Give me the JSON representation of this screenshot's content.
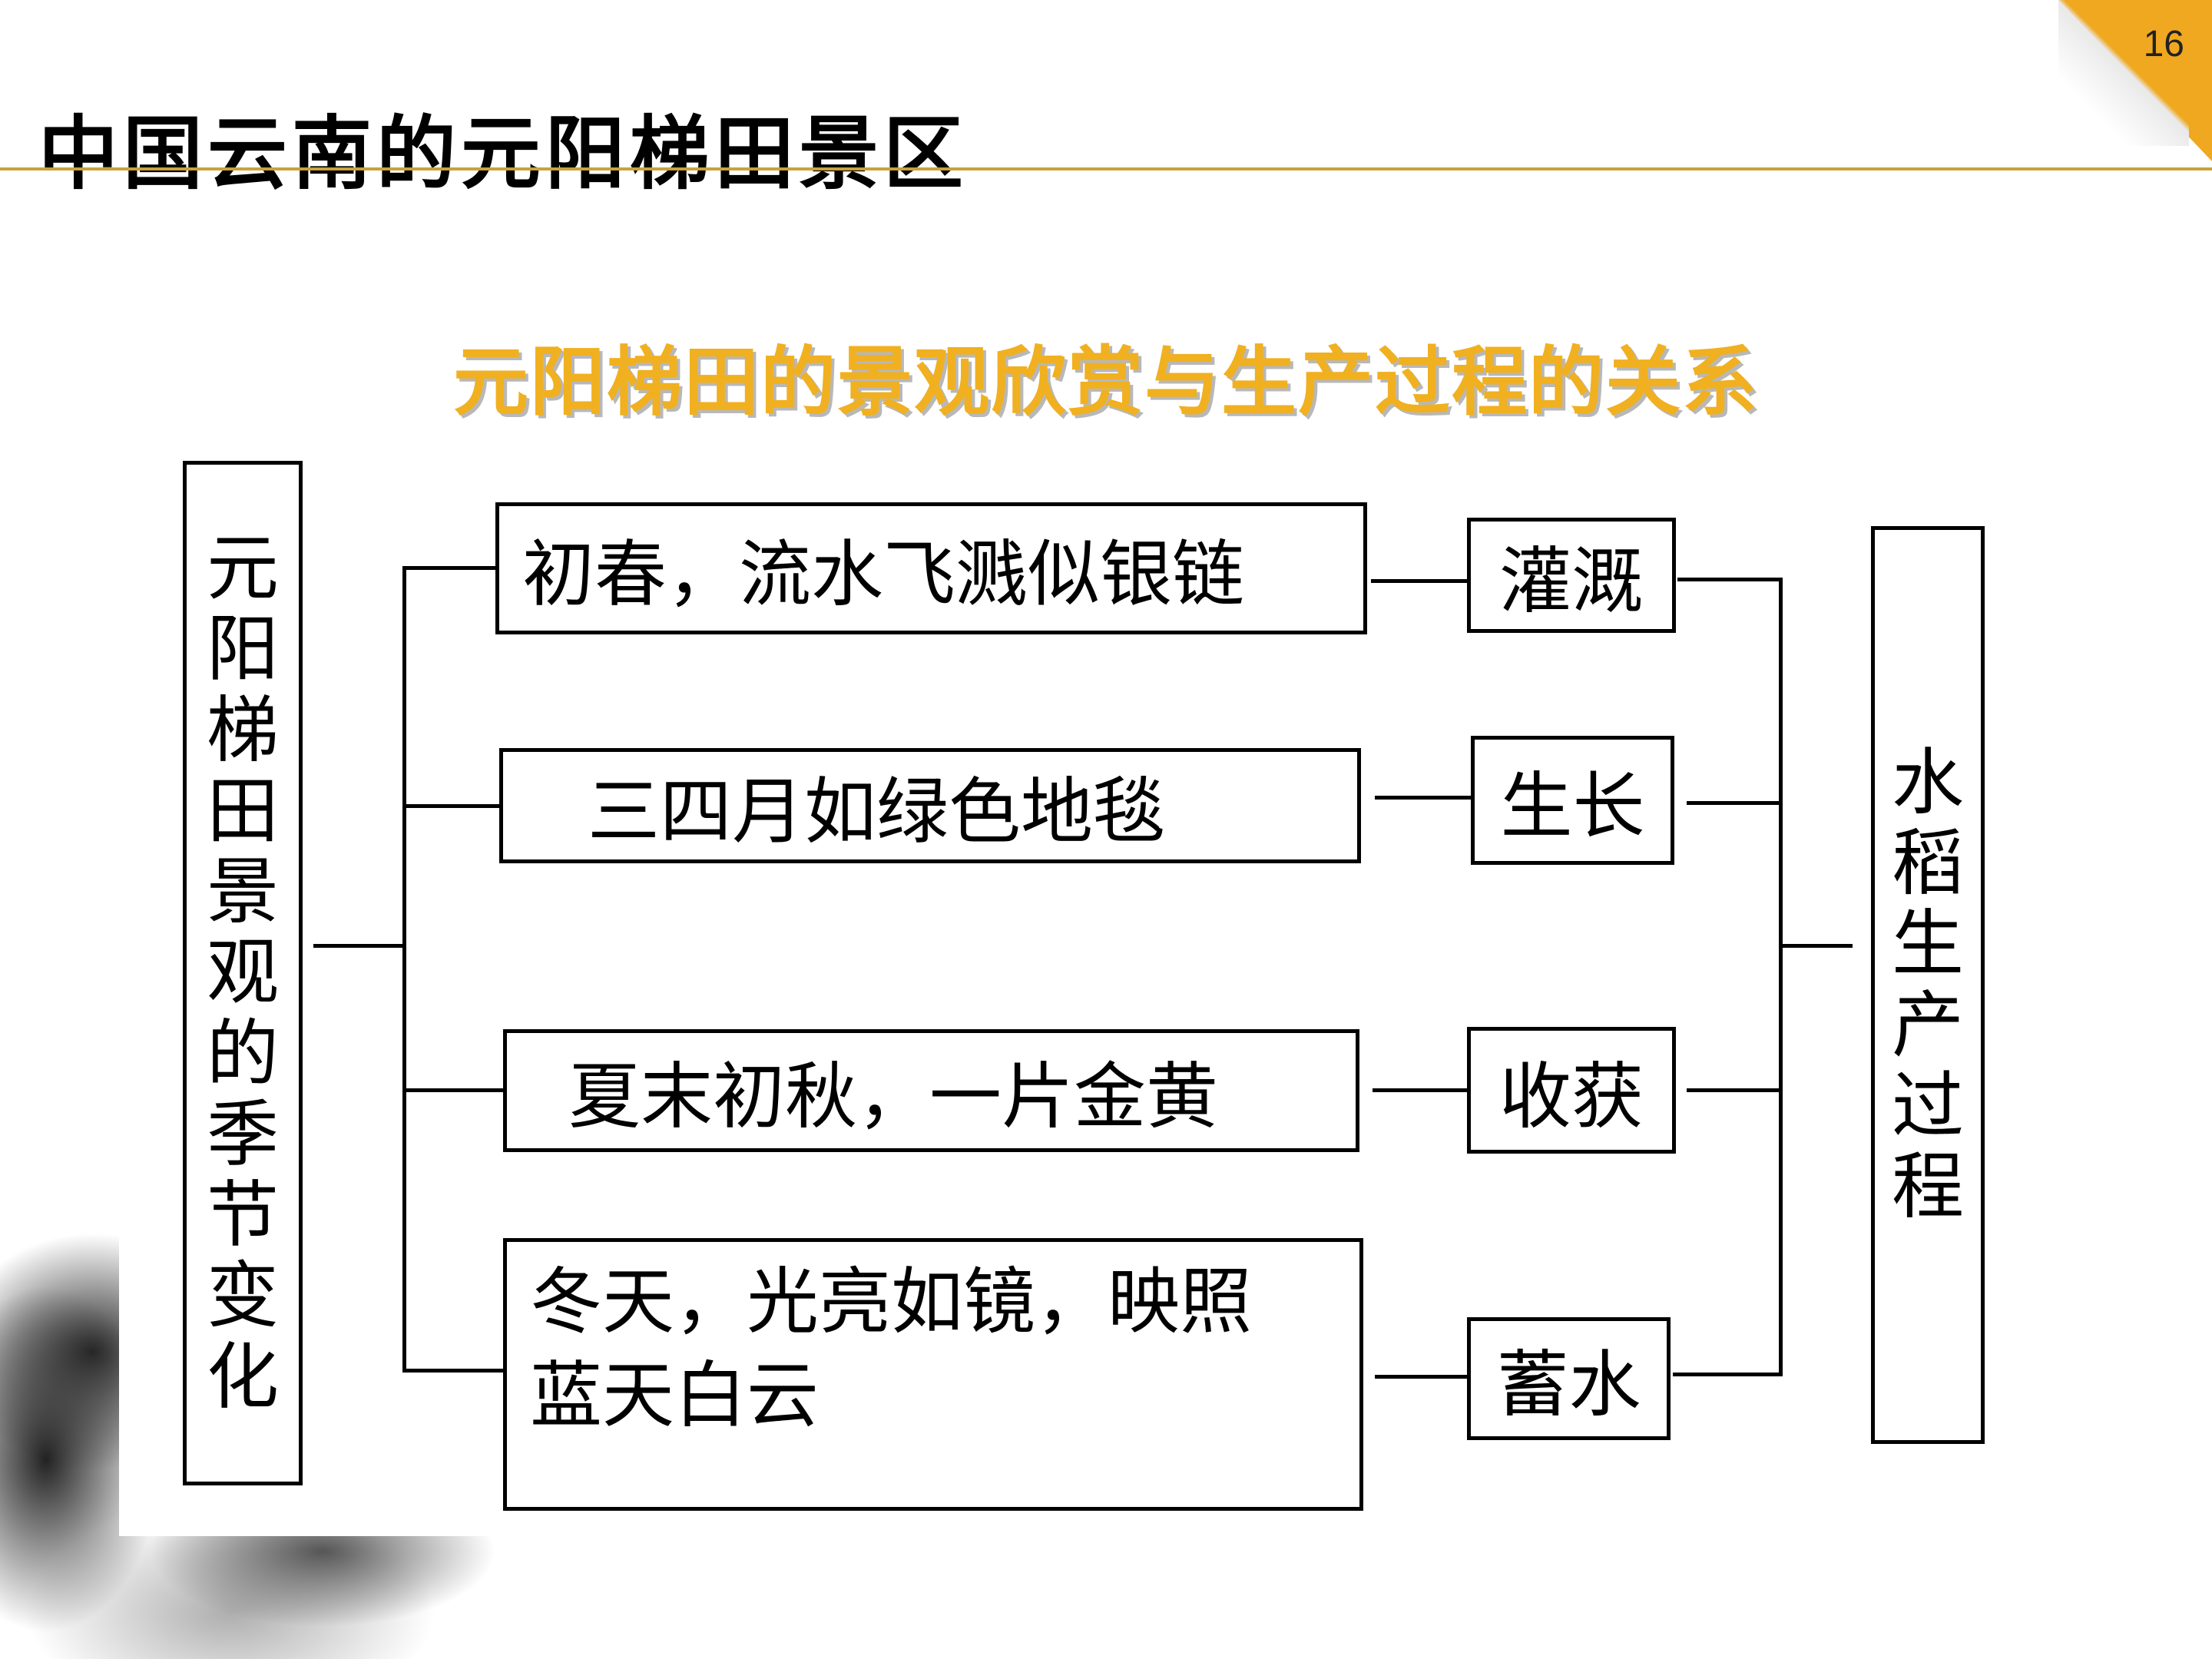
{
  "page_number": "16",
  "slide_title": "中国云南的元阳梯田景区",
  "diagram_title": "元阳梯田的景观欣赏与生产过程的关系",
  "left_box": "元阳梯田景观的季节变化",
  "right_box": "水稻生产过程",
  "scenes": [
    "初春，流水飞溅似银链",
    "三四月如绿色地毯",
    "夏末初秋，一片金黄",
    "冬天，光亮如镜，映照蓝天白云"
  ],
  "scenes_display": {
    "s4_line1": "冬天，光亮如镜，映照",
    "s4_line2": "蓝天白云"
  },
  "stages": [
    "灌溉",
    "生长",
    "收获",
    "蓄水"
  ]
}
